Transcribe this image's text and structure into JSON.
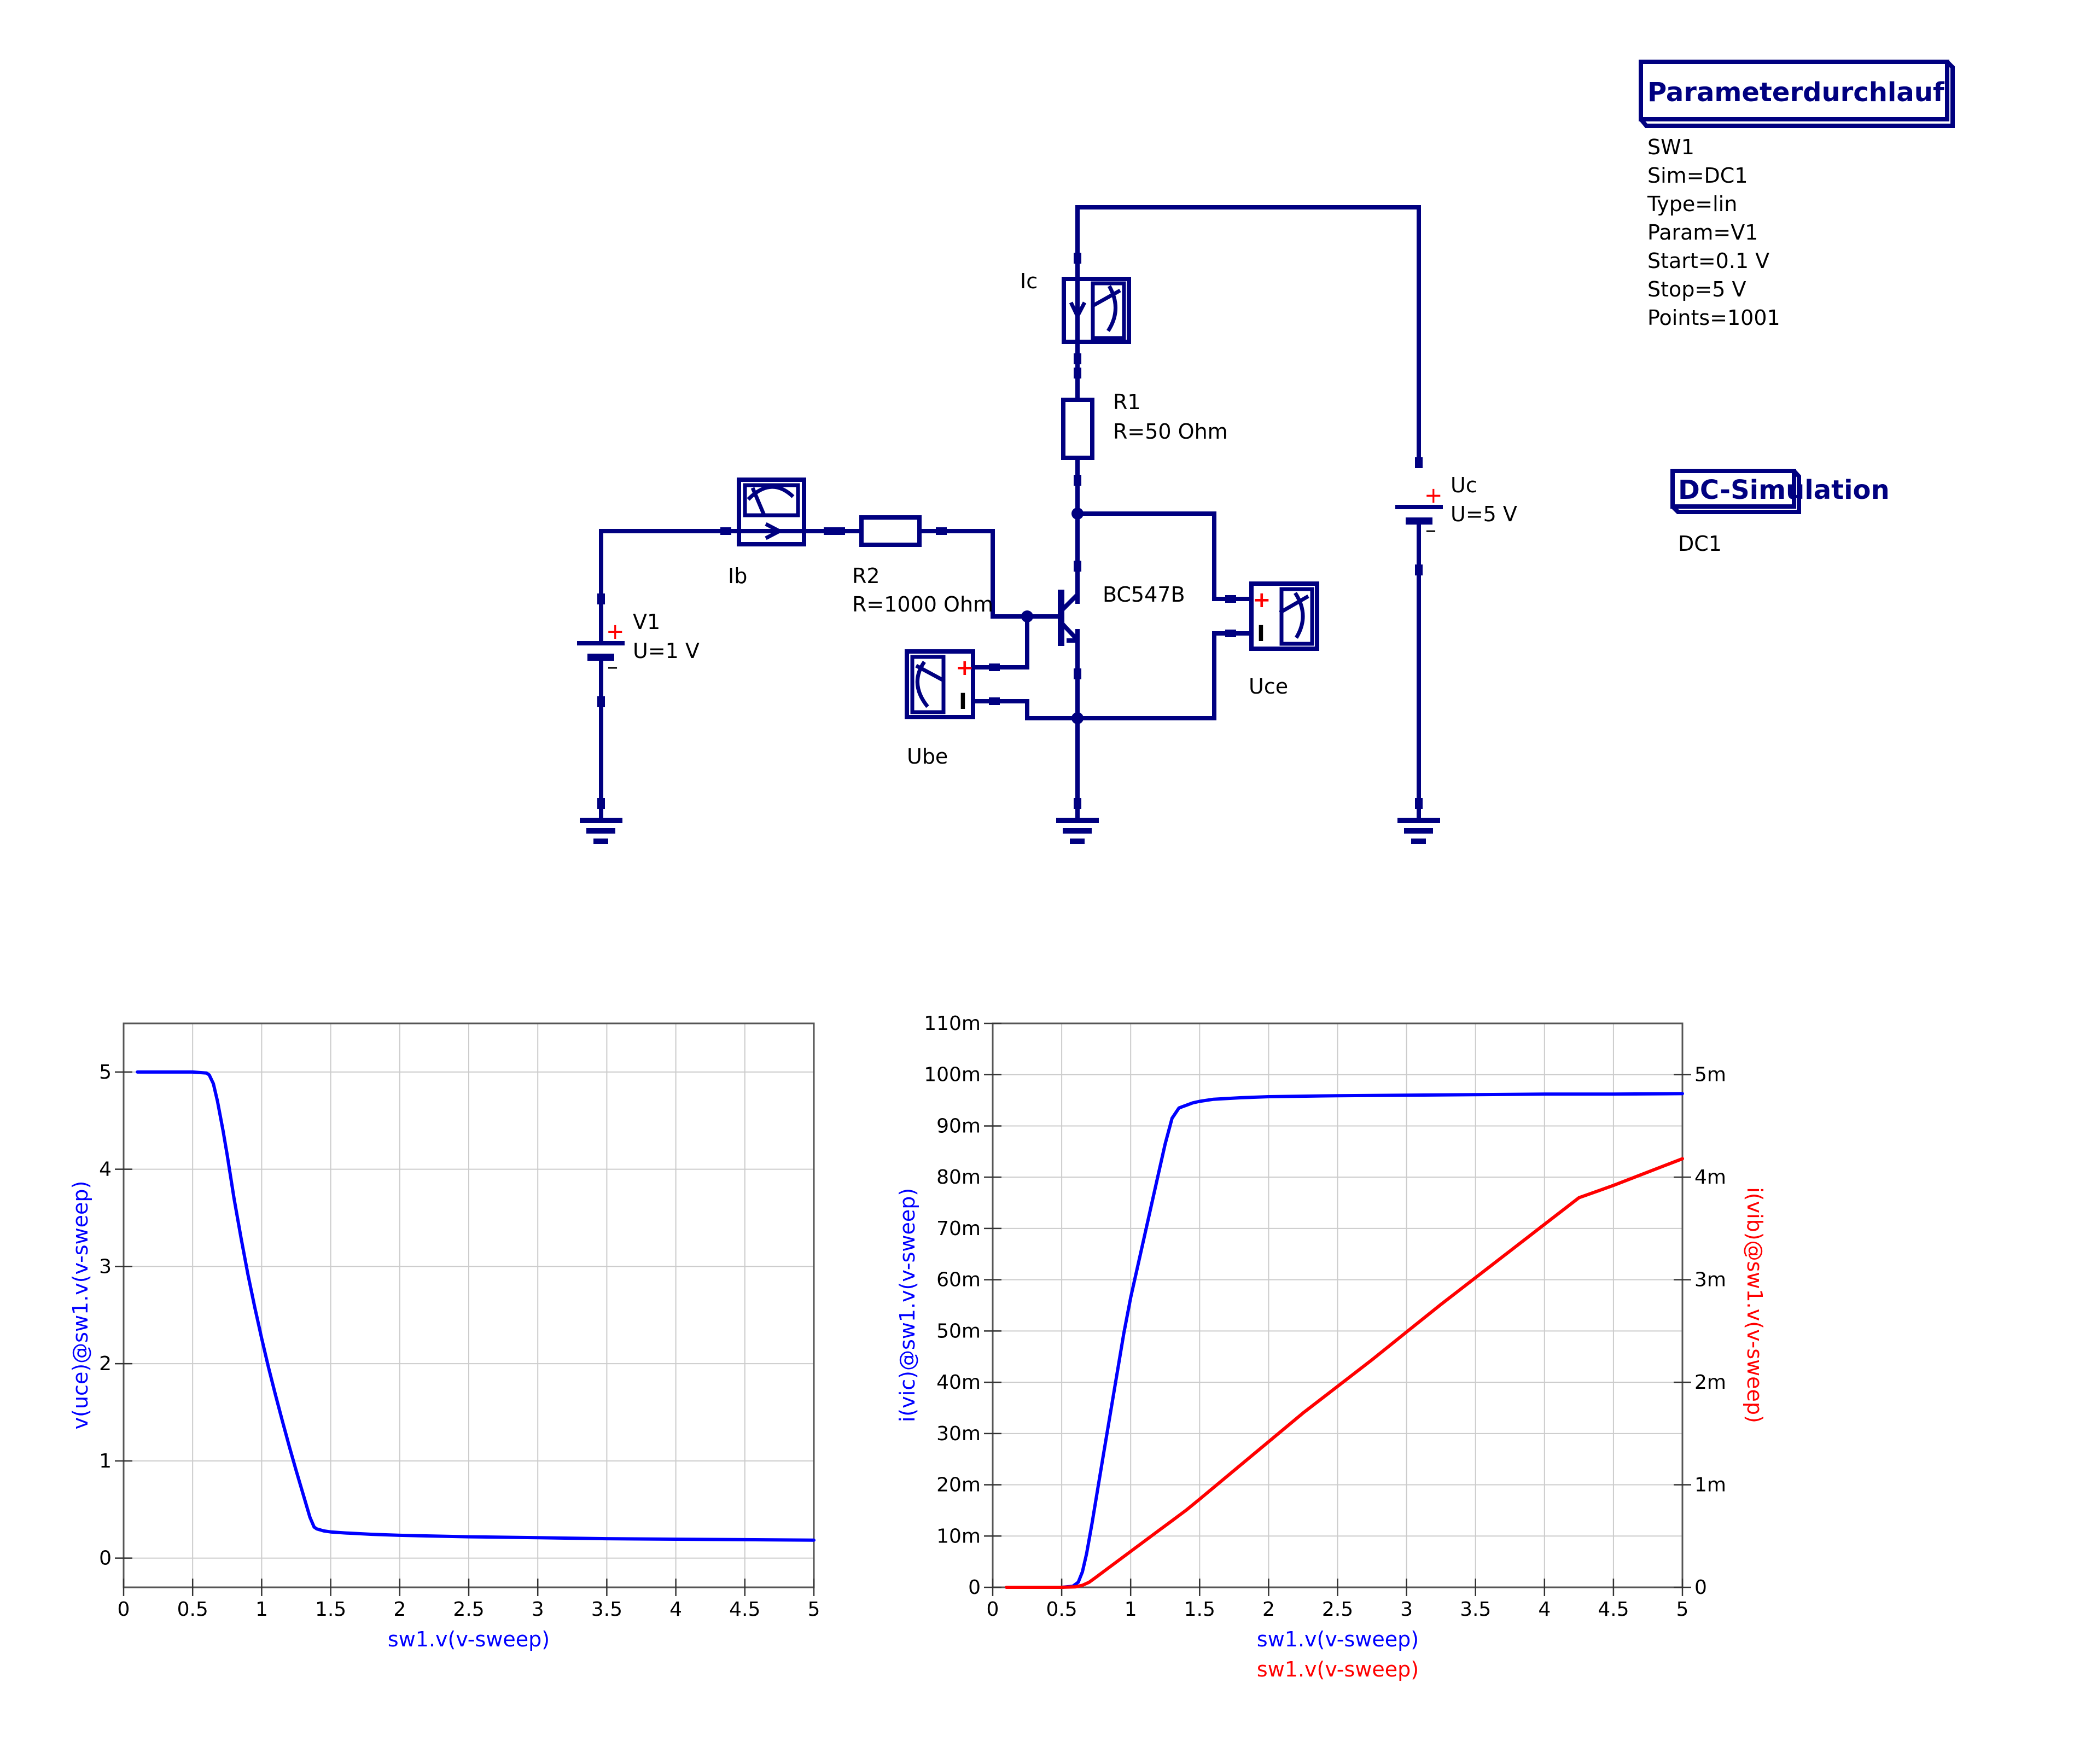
{
  "colors": {
    "wire": "#000080",
    "plus_sign": "#ff0000",
    "series_blue": "#0000ff",
    "series_red": "#ff0000",
    "grid": "#cccccc"
  },
  "schematic": {
    "sweep_block": {
      "title": "Parameterdurchlauf",
      "props": [
        "SW1",
        "Sim=DC1",
        "Type=lin",
        "Param=V1",
        "Start=0.1 V",
        "Stop=5 V",
        "Points=1001"
      ]
    },
    "dc_block": {
      "title": "DC-Simulation",
      "props": [
        "DC1"
      ]
    },
    "components": {
      "V1": {
        "name": "V1",
        "value": "U=1 V",
        "plus": "+",
        "minus": "–"
      },
      "Uc": {
        "name": "Uc",
        "value": "U=5 V",
        "plus": "+",
        "minus": "–"
      },
      "Ib": {
        "name": "Ib"
      },
      "Ic": {
        "name": "Ic"
      },
      "R1": {
        "name": "R1",
        "value": "R=50 Ohm"
      },
      "R2": {
        "name": "R2",
        "value": "R=1000 Ohm"
      },
      "Q1": {
        "name": "BC547B"
      },
      "Ube": {
        "name": "Ube",
        "plus": "+",
        "minus": "I"
      },
      "Uce": {
        "name": "Uce",
        "plus": "+",
        "minus": "I"
      }
    }
  },
  "chart_data": [
    {
      "type": "line",
      "title": "",
      "xlabel": "sw1.v(v-sweep)",
      "ylabel": "v(uce)@sw1.v(v-sweep)",
      "xlim": [
        0,
        5
      ],
      "ylim": [
        -0.3,
        5.5
      ],
      "xticks": [
        "0",
        "0.5",
        "1",
        "1.5",
        "2",
        "2.5",
        "3",
        "3.5",
        "4",
        "4.5",
        "5"
      ],
      "xtick_values": [
        0,
        0.5,
        1,
        1.5,
        2,
        2.5,
        3,
        3.5,
        4,
        4.5,
        5
      ],
      "yticks": [
        "0",
        "1",
        "2",
        "3",
        "4",
        "5"
      ],
      "ytick_values": [
        0,
        1,
        2,
        3,
        4,
        5
      ],
      "grid": true,
      "series": [
        {
          "name": "v(uce)",
          "color": "#0000ff",
          "x": [
            0.1,
            0.3,
            0.5,
            0.6,
            0.62,
            0.65,
            0.68,
            0.72,
            0.75,
            0.8,
            0.85,
            0.9,
            0.95,
            1.0,
            1.05,
            1.1,
            1.15,
            1.2,
            1.25,
            1.3,
            1.35,
            1.38,
            1.4,
            1.45,
            1.5,
            1.6,
            1.8,
            2.0,
            2.5,
            3.0,
            3.5,
            4.0,
            4.5,
            5.0
          ],
          "y": [
            5.0,
            5.0,
            5.0,
            4.99,
            4.97,
            4.88,
            4.7,
            4.4,
            4.15,
            3.7,
            3.3,
            2.92,
            2.58,
            2.26,
            1.96,
            1.68,
            1.41,
            1.15,
            0.9,
            0.66,
            0.42,
            0.32,
            0.3,
            0.28,
            0.27,
            0.26,
            0.245,
            0.235,
            0.22,
            0.21,
            0.2,
            0.195,
            0.19,
            0.185
          ]
        }
      ]
    },
    {
      "type": "line",
      "title": "",
      "xlabel": "sw1.v(v-sweep)",
      "xlabel2": "sw1.v(v-sweep)",
      "ylabel": "i(vic)@sw1.v(v-sweep)",
      "ylabel_right": "i(vib)@sw1.v(v-sweep)",
      "xlim": [
        0,
        5
      ],
      "ylim": [
        0,
        0.11
      ],
      "ylim_right": [
        0,
        0.0055
      ],
      "xticks": [
        "0",
        "0.5",
        "1",
        "1.5",
        "2",
        "2.5",
        "3",
        "3.5",
        "4",
        "4.5",
        "5"
      ],
      "xtick_values": [
        0,
        0.5,
        1,
        1.5,
        2,
        2.5,
        3,
        3.5,
        4,
        4.5,
        5
      ],
      "yticks": [
        "0",
        "10m",
        "20m",
        "30m",
        "40m",
        "50m",
        "60m",
        "70m",
        "80m",
        "90m",
        "100m",
        "110m"
      ],
      "ytick_values": [
        0,
        0.01,
        0.02,
        0.03,
        0.04,
        0.05,
        0.06,
        0.07,
        0.08,
        0.09,
        0.1,
        0.11
      ],
      "yticks_right": [
        "0",
        "1m",
        "2m",
        "3m",
        "4m",
        "5m"
      ],
      "ytick_values_right": [
        0,
        0.001,
        0.002,
        0.003,
        0.004,
        0.005
      ],
      "grid": true,
      "series": [
        {
          "name": "i(vic)",
          "axis": "left",
          "color": "#0000ff",
          "x": [
            0.1,
            0.3,
            0.5,
            0.58,
            0.62,
            0.65,
            0.68,
            0.72,
            0.76,
            0.8,
            0.85,
            0.9,
            0.95,
            1.0,
            1.05,
            1.1,
            1.15,
            1.2,
            1.25,
            1.3,
            1.35,
            1.38,
            1.4,
            1.45,
            1.5,
            1.6,
            1.8,
            2.0,
            2.5,
            3.0,
            3.5,
            4.0,
            4.5,
            5.0
          ],
          "y": [
            0,
            0,
            0,
            0.0002,
            0.001,
            0.003,
            0.0065,
            0.0125,
            0.019,
            0.0255,
            0.0335,
            0.0415,
            0.0495,
            0.0565,
            0.0625,
            0.0685,
            0.0745,
            0.0805,
            0.0865,
            0.0915,
            0.0935,
            0.0938,
            0.094,
            0.0945,
            0.0948,
            0.0952,
            0.0955,
            0.0957,
            0.0959,
            0.096,
            0.0961,
            0.0962,
            0.0962,
            0.0963
          ]
        },
        {
          "name": "i(vib)",
          "axis": "right",
          "color": "#ff0000",
          "x": [
            0.1,
            0.3,
            0.5,
            0.6,
            0.65,
            0.7,
            0.75,
            0.8,
            0.9,
            1.0,
            1.1,
            1.2,
            1.3,
            1.4,
            1.5,
            1.75,
            2.0,
            2.25,
            2.5,
            2.75,
            3.0,
            3.25,
            3.5,
            3.75,
            4.0,
            4.25,
            4.5,
            4.75,
            5.0
          ],
          "y": [
            0,
            0,
            0,
            5e-06,
            2e-05,
            5e-05,
            0.0001,
            0.00015,
            0.00025,
            0.00035,
            0.00045,
            0.00055,
            0.00065,
            0.00075,
            0.00086,
            0.00114,
            0.00142,
            0.0017,
            0.00196,
            0.00222,
            0.00249,
            0.00276,
            0.00302,
            0.00328,
            0.00354,
            0.0038,
            0.00392,
            0.00405,
            0.00418
          ]
        }
      ]
    }
  ]
}
